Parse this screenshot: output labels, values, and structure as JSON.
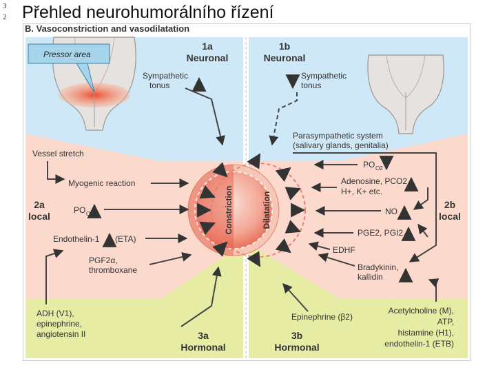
{
  "slide": {
    "num_top": "3",
    "num_bottom": "2",
    "title": "Přehled neurohumorálního řízení"
  },
  "figure": {
    "heading": "B. Vasoconstriction and vasodilatation",
    "pressor_area": "Pressor area",
    "zone_1a": {
      "num": "1a",
      "name": "Neuronal"
    },
    "zone_1b": {
      "num": "1b",
      "name": "Neuronal"
    },
    "zone_2a": {
      "num": "2a",
      "name": "local"
    },
    "zone_2b": {
      "num": "2b",
      "name": "local"
    },
    "zone_3a": {
      "num": "3a",
      "name": "Hormonal"
    },
    "zone_3b": {
      "num": "3b",
      "name": "Hormonal"
    },
    "sympathetic_left": [
      "Sympathetic",
      "tonus"
    ],
    "sympathetic_right": [
      "Sympathetic",
      "tonus"
    ],
    "constriction": "Constriction",
    "dilatation": "Dilatation",
    "left_factors": {
      "vessel_stretch": "Vessel stretch",
      "myogenic": "Myogenic reaction",
      "po2": "PO",
      "endothelin": "Endothelin-1",
      "endothelin_rec": "(ETA)",
      "pgf": "PGF2α,",
      "thromboxane": "thromboxane",
      "adh": [
        "ADH (V1),",
        "epinephrine,",
        "angiotensin II"
      ]
    },
    "right_factors": {
      "parasympathetic": [
        "Parasympathetic system",
        "(salivary glands, genitalia)"
      ],
      "po2": "PO",
      "adenosine": [
        "Adenosine, PCO2",
        "H+, K+ etc."
      ],
      "no": "NO",
      "pge": "PGE2, PGI2",
      "edhf": "EDHF",
      "bradykinin": [
        "Bradykinin,",
        "kallidin"
      ],
      "epinephrine": "Epinephrine (β2)",
      "acetylcholine": [
        "Acetylcholine (M),",
        "ATP,",
        "histamine (H1),",
        "endothelin-1 (ETB)"
      ]
    },
    "colors": {
      "blue_zone": "#cfe8f7",
      "pink_zone": "#fbd9cc",
      "green_zone": "#e6eca4",
      "arrow_red": "#e0202a",
      "arrow_blue": "#2b8ccf"
    }
  }
}
